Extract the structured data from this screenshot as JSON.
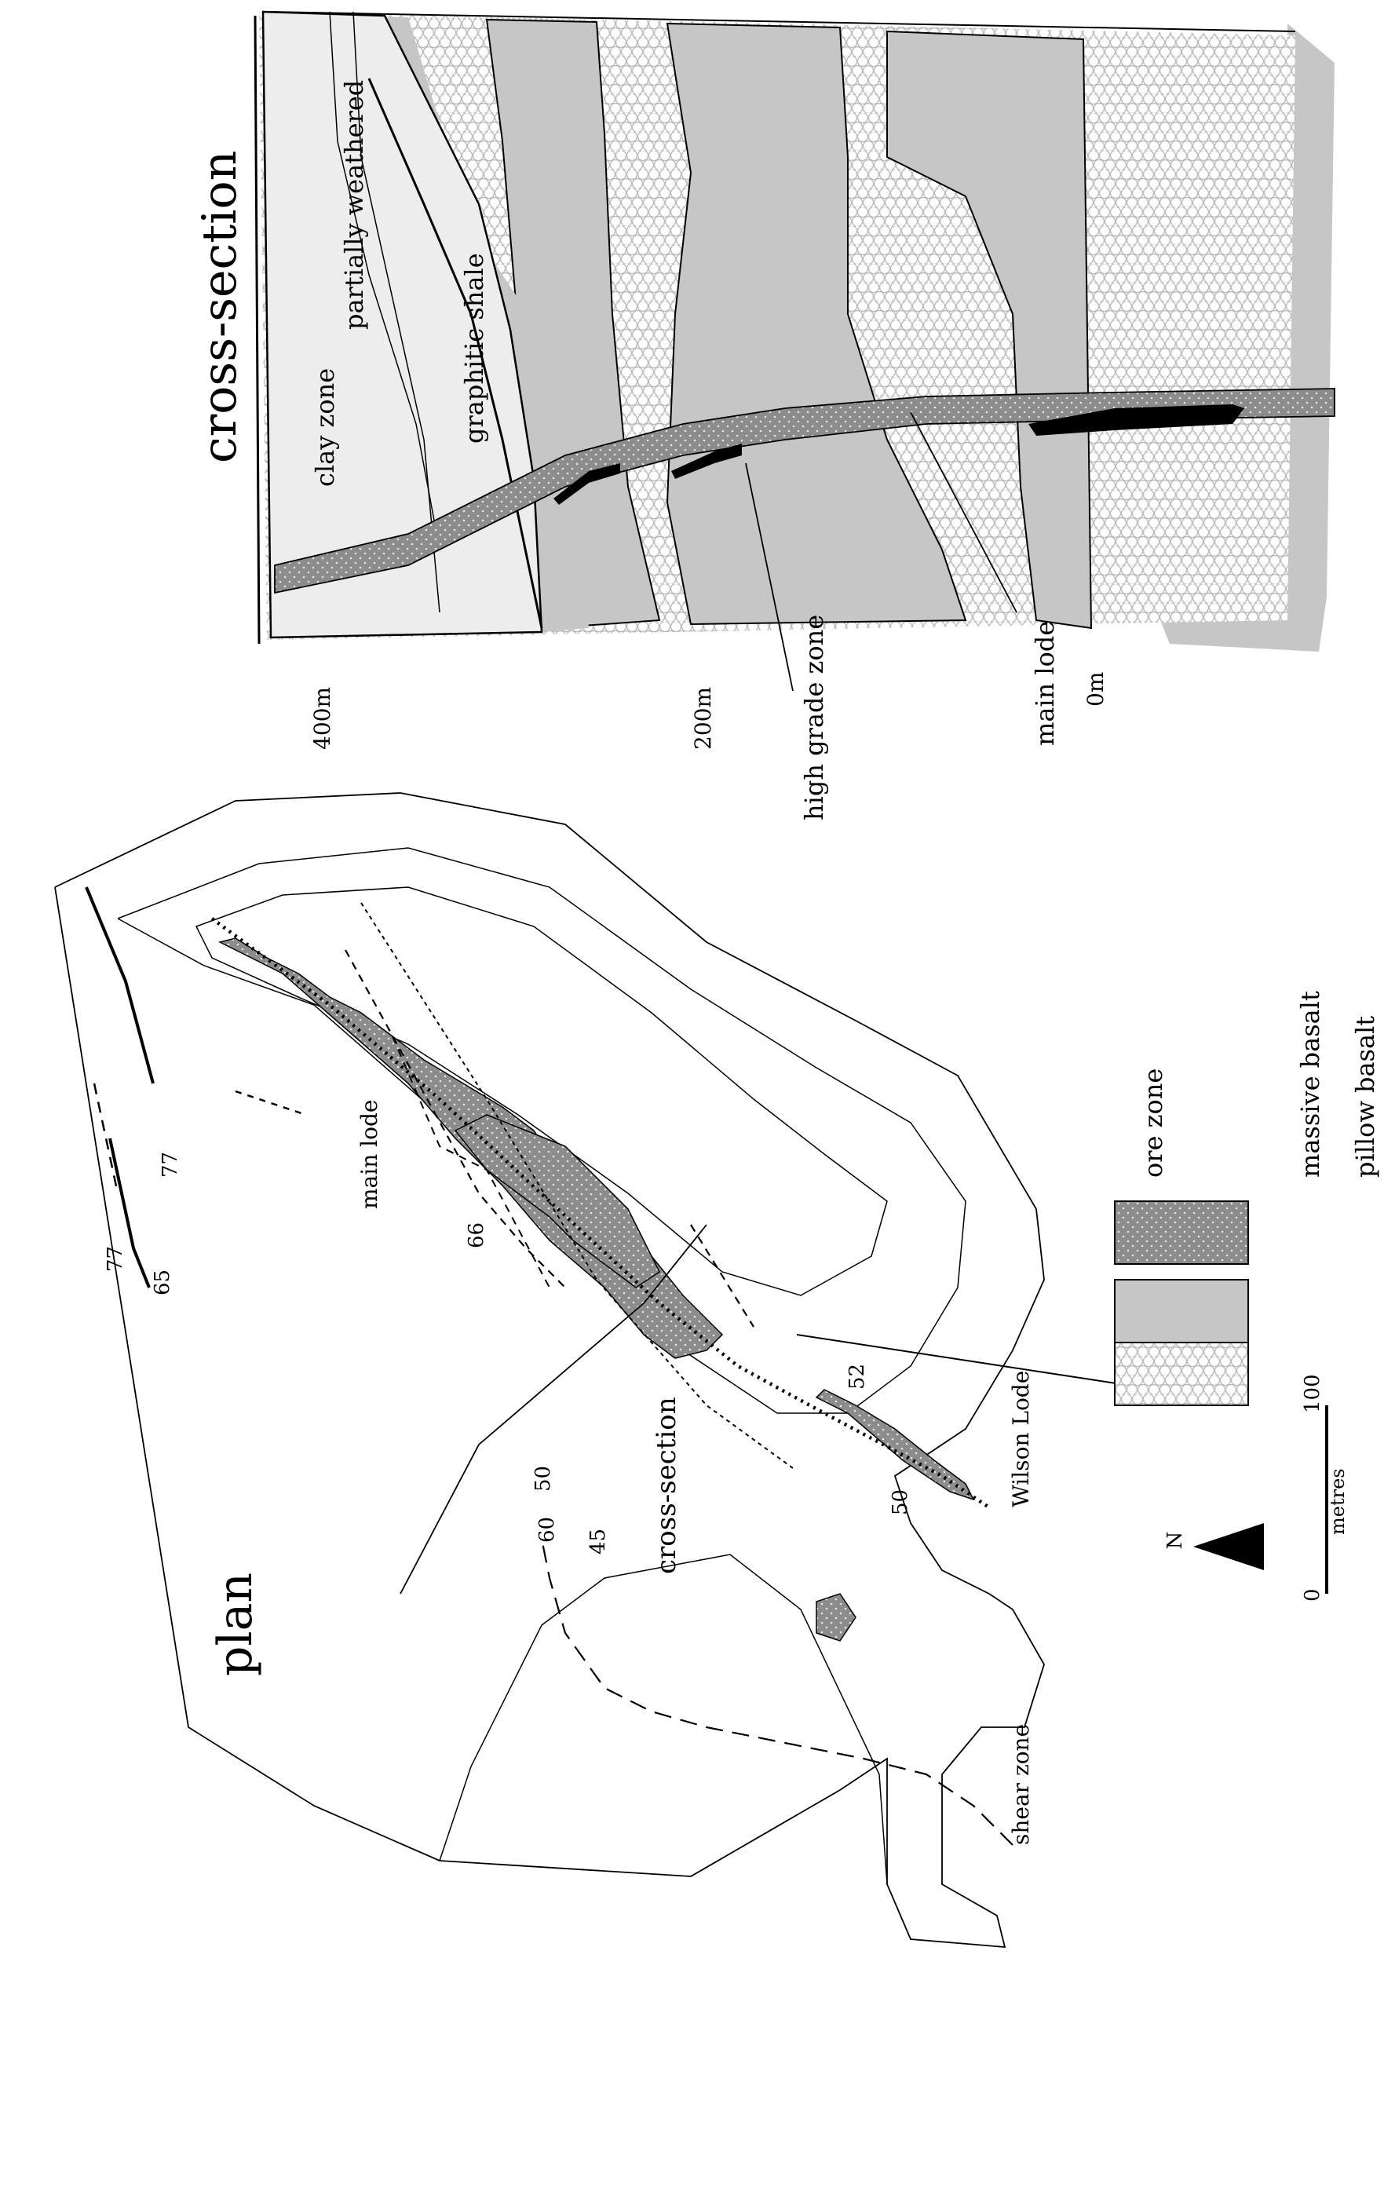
{
  "plan": {
    "title": "plan",
    "cross_section_label": "cross-section",
    "main_lode_label": "main lode",
    "wilson_lode_label": "Wilson Lode",
    "shear_zone_label": "shear zone",
    "dip_values": [
      "77",
      "65",
      "77",
      "66",
      "45",
      "50",
      "60",
      "52",
      "50"
    ]
  },
  "scale": {
    "north": "N",
    "unit": "metres",
    "min": "0",
    "max": "100"
  },
  "legend": {
    "items": [
      {
        "label": "ore zone",
        "pattern": "ore"
      },
      {
        "label": "massive basalt",
        "pattern": "massive"
      },
      {
        "label": "pillow basalt",
        "pattern": "pillow"
      }
    ]
  },
  "cross_section": {
    "title": "cross-section",
    "units": [
      "clay zone",
      "partially weathered",
      "graphitic shale"
    ],
    "depth_ticks": [
      "400m",
      "200m",
      "0m"
    ],
    "annotations": [
      "high grade zone",
      "main lode"
    ]
  },
  "colors": {
    "ore_fill": "#8c8c8c",
    "massive_basalt": "#c6c6c6",
    "clay_zone": "#ededed",
    "high_grade": "#000000",
    "pillow_stroke": "#bdbdbd"
  }
}
